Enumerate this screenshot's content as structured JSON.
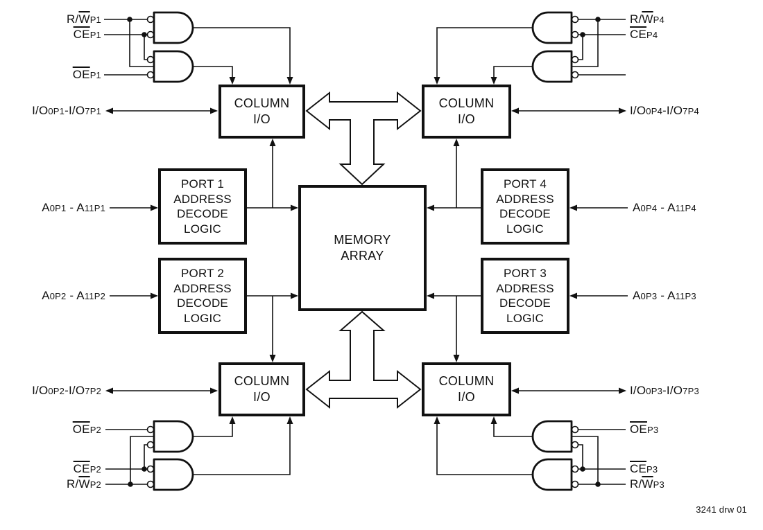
{
  "colors": {
    "ink": "#111111",
    "background": "#ffffff"
  },
  "boxes": {
    "memory": [
      "MEMORY",
      "ARRAY"
    ],
    "column_io": [
      "COLUMN",
      "I/O"
    ],
    "port1": [
      "PORT 1",
      "ADDRESS",
      "DECODE",
      "LOGIC"
    ],
    "port2": [
      "PORT 2",
      "ADDRESS",
      "DECODE",
      "LOGIC"
    ],
    "port3": [
      "PORT 3",
      "ADDRESS",
      "DECODE",
      "LOGIC"
    ],
    "port4": [
      "PORT 4",
      "ADDRESS",
      "DECODE",
      "LOGIC"
    ]
  },
  "signals": {
    "rw_p1": {
      "pre": "R/",
      "over": "W",
      "sub": "P1"
    },
    "ce_p1": {
      "pre": "",
      "over": "CE",
      "sub": "P1"
    },
    "oe_p1": {
      "pre": "",
      "over": "OE",
      "sub": "P1"
    },
    "rw_p2": {
      "pre": "R/",
      "over": "W",
      "sub": "P2"
    },
    "ce_p2": {
      "pre": "",
      "over": "CE",
      "sub": "P2"
    },
    "oe_p2": {
      "pre": "",
      "over": "OE",
      "sub": "P2"
    },
    "rw_p3": {
      "pre": "R/",
      "over": "W",
      "sub": "P3"
    },
    "ce_p3": {
      "pre": "",
      "over": "CE",
      "sub": "P3"
    },
    "oe_p3": {
      "pre": "",
      "over": "OE",
      "sub": "P3"
    },
    "rw_p4": {
      "pre": "R/",
      "over": "W",
      "sub": "P4"
    },
    "ce_p4": {
      "pre": "",
      "over": "CE",
      "sub": "P4"
    }
  },
  "buses": {
    "io_p1": {
      "base": "I/O",
      "lo": "0P1",
      "dash": "-",
      "base2": "I/O",
      "hi": "7P1"
    },
    "io_p2": {
      "base": "I/O",
      "lo": "0P2",
      "dash": "-",
      "base2": "I/O",
      "hi": "7P2"
    },
    "io_p3": {
      "base": "I/O",
      "lo": "0P3",
      "dash": "-",
      "base2": "I/O",
      "hi": "7P3"
    },
    "io_p4": {
      "base": "I/O",
      "lo": "0P4",
      "dash": "-",
      "base2": "I/O",
      "hi": "7P4"
    },
    "a_p1": {
      "base": "A",
      "lo": "0P1",
      "dash": " - ",
      "base2": "A",
      "hi": "11P1"
    },
    "a_p2": {
      "base": "A",
      "lo": "0P2",
      "dash": " - ",
      "base2": "A",
      "hi": "11P2"
    },
    "a_p3": {
      "base": "A",
      "lo": "0P3",
      "dash": " - ",
      "base2": "A",
      "hi": "11P3"
    },
    "a_p4": {
      "base": "A",
      "lo": "0P4",
      "dash": " - ",
      "base2": "A",
      "hi": "11P4"
    }
  },
  "footer": {
    "drawing_number": "3241 drw 01"
  }
}
